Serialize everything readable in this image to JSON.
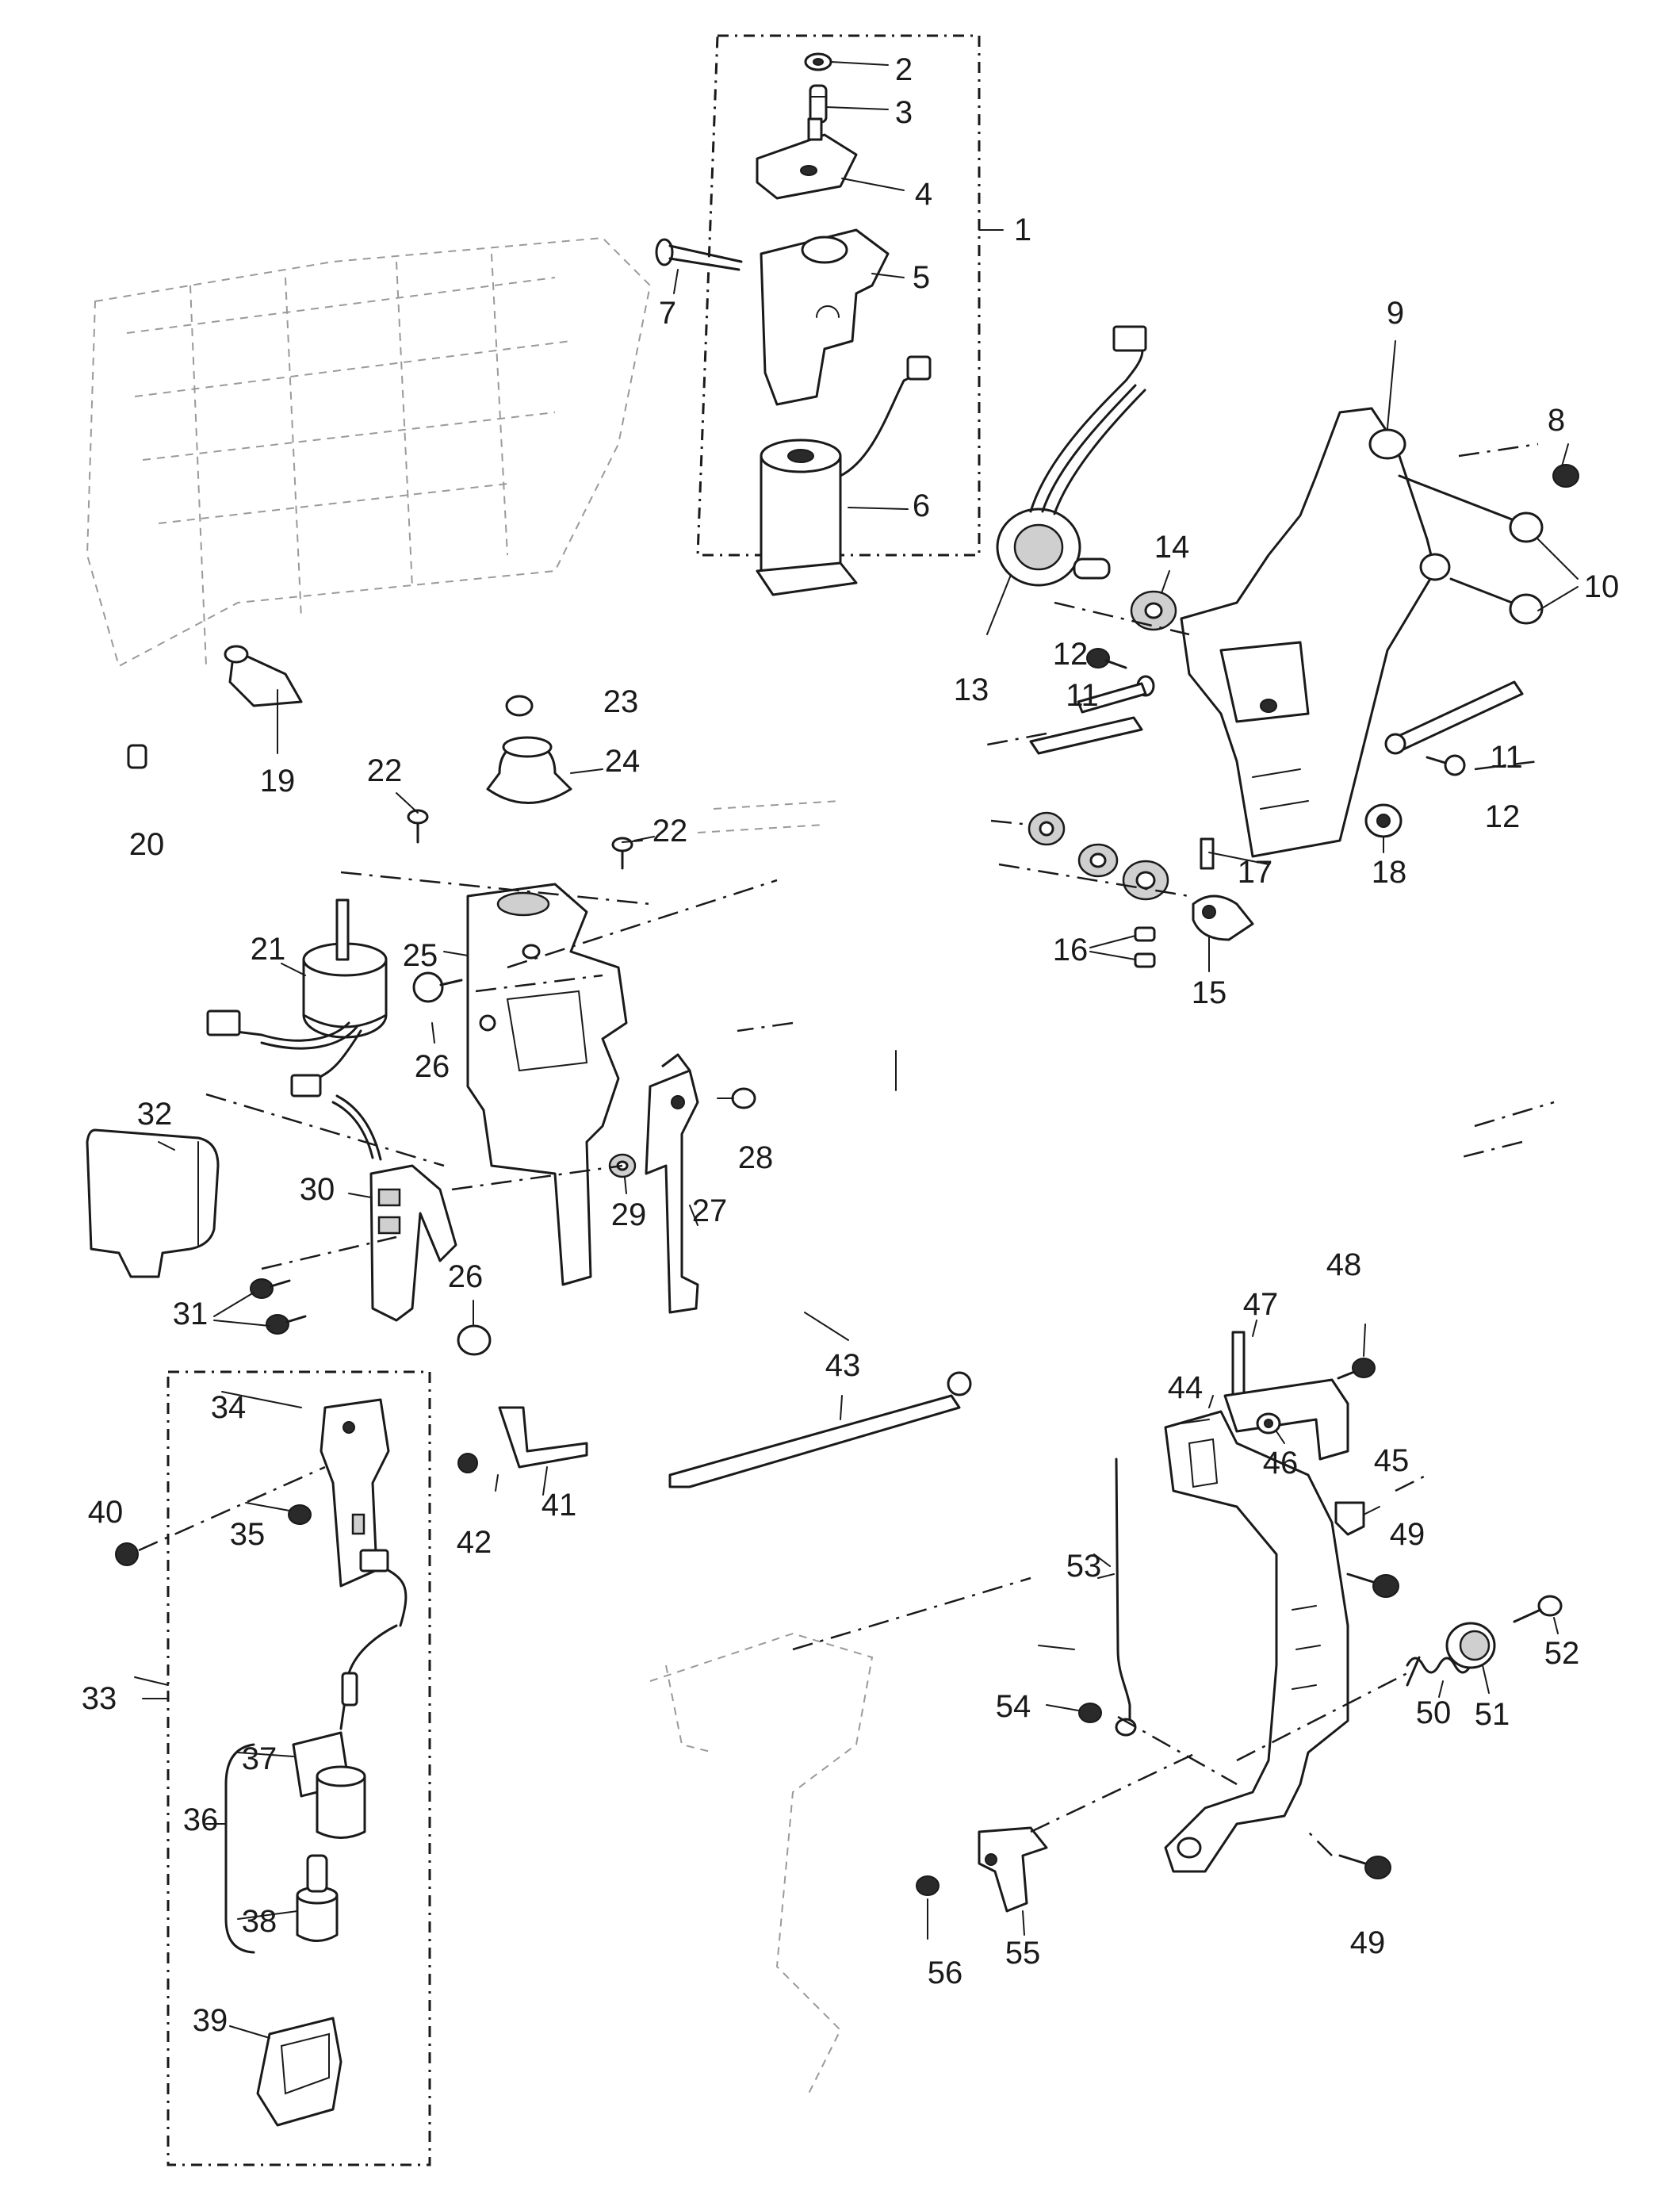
{
  "diagram": {
    "kind": "exploded-parts-view",
    "stroke_color": "#1a1a1a",
    "background_color": "#ffffff",
    "callouts": [
      {
        "id": "c1",
        "label": "1"
      },
      {
        "id": "c2",
        "label": "2"
      },
      {
        "id": "c3",
        "label": "3"
      },
      {
        "id": "c4",
        "label": "4"
      },
      {
        "id": "c5",
        "label": "5"
      },
      {
        "id": "c6",
        "label": "6"
      },
      {
        "id": "c7",
        "label": "7"
      },
      {
        "id": "c8",
        "label": "8"
      },
      {
        "id": "c9",
        "label": "9"
      },
      {
        "id": "c10",
        "label": "10"
      },
      {
        "id": "c11a",
        "label": "11"
      },
      {
        "id": "c11b",
        "label": "11"
      },
      {
        "id": "c12a",
        "label": "12"
      },
      {
        "id": "c12b",
        "label": "12"
      },
      {
        "id": "c13",
        "label": "13"
      },
      {
        "id": "c14",
        "label": "14"
      },
      {
        "id": "c15",
        "label": "15"
      },
      {
        "id": "c16",
        "label": "16"
      },
      {
        "id": "c17",
        "label": "17"
      },
      {
        "id": "c18",
        "label": "18"
      },
      {
        "id": "c19",
        "label": "19"
      },
      {
        "id": "c20",
        "label": "20"
      },
      {
        "id": "c21",
        "label": "21"
      },
      {
        "id": "c22a",
        "label": "22"
      },
      {
        "id": "c22b",
        "label": "22"
      },
      {
        "id": "c23",
        "label": "23"
      },
      {
        "id": "c24",
        "label": "24"
      },
      {
        "id": "c25",
        "label": "25"
      },
      {
        "id": "c26a",
        "label": "26"
      },
      {
        "id": "c26b",
        "label": "26"
      },
      {
        "id": "c27",
        "label": "27"
      },
      {
        "id": "c28",
        "label": "28"
      },
      {
        "id": "c29",
        "label": "29"
      },
      {
        "id": "c30",
        "label": "30"
      },
      {
        "id": "c31",
        "label": "31"
      },
      {
        "id": "c32",
        "label": "32"
      },
      {
        "id": "c33",
        "label": "33"
      },
      {
        "id": "c34",
        "label": "34"
      },
      {
        "id": "c35",
        "label": "35"
      },
      {
        "id": "c36",
        "label": "36"
      },
      {
        "id": "c37",
        "label": "37"
      },
      {
        "id": "c38",
        "label": "38"
      },
      {
        "id": "c39",
        "label": "39"
      },
      {
        "id": "c40",
        "label": "40"
      },
      {
        "id": "c41",
        "label": "41"
      },
      {
        "id": "c42",
        "label": "42"
      },
      {
        "id": "c43",
        "label": "43"
      },
      {
        "id": "c44",
        "label": "44"
      },
      {
        "id": "c45",
        "label": "45"
      },
      {
        "id": "c46",
        "label": "46"
      },
      {
        "id": "c47",
        "label": "47"
      },
      {
        "id": "c48",
        "label": "48"
      },
      {
        "id": "c49a",
        "label": "49"
      },
      {
        "id": "c49b",
        "label": "49"
      },
      {
        "id": "c50",
        "label": "50"
      },
      {
        "id": "c51",
        "label": "51"
      },
      {
        "id": "c52",
        "label": "52"
      },
      {
        "id": "c53",
        "label": "53"
      },
      {
        "id": "c54",
        "label": "54"
      },
      {
        "id": "c55",
        "label": "55"
      },
      {
        "id": "c56",
        "label": "56"
      }
    ]
  }
}
